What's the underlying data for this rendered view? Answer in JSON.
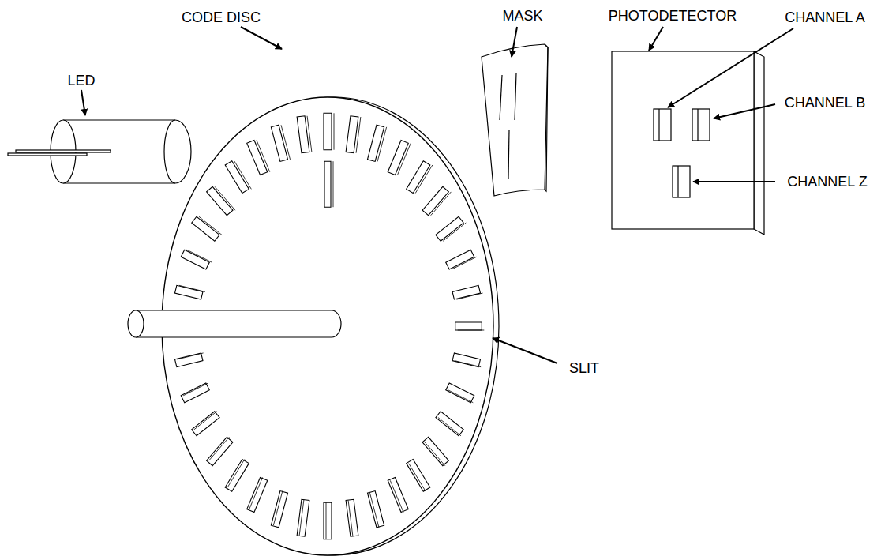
{
  "diagram": {
    "labels": [
      "PHOTODETECTOR",
      "CODE DISC",
      "MASK",
      "CHANNEL A",
      "LED",
      "CHANNEL B",
      "CHANNEL Z",
      "SLIT"
    ]
  }
}
